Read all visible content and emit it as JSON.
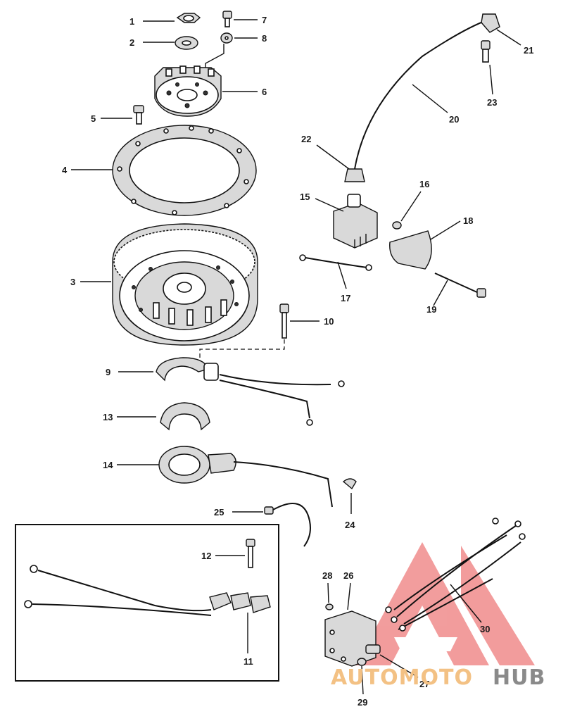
{
  "callouts": {
    "p1": "1",
    "p2": "2",
    "p3": "3",
    "p4": "4",
    "p5": "5",
    "p6": "6",
    "p7": "7",
    "p8": "8",
    "p9": "9",
    "p10": "10",
    "p11": "11",
    "p12": "12",
    "p13": "13",
    "p14": "14",
    "p15": "15",
    "p16": "16",
    "p17": "17",
    "p18": "18",
    "p19": "19",
    "p20": "20",
    "p21": "21",
    "p22": "22",
    "p23": "23",
    "p24": "24",
    "p25": "25",
    "p26": "26",
    "p27": "27",
    "p28": "28",
    "p29": "29",
    "p30": "30"
  },
  "watermark": {
    "part_a": "AUTOMOTO",
    "part_b": "HUB"
  },
  "colors": {
    "watermark_triangle": "#e84c4c",
    "watermark_text_a": "#f3c184",
    "watermark_text_b": "#8a8a8a",
    "line_art": "#111111"
  }
}
